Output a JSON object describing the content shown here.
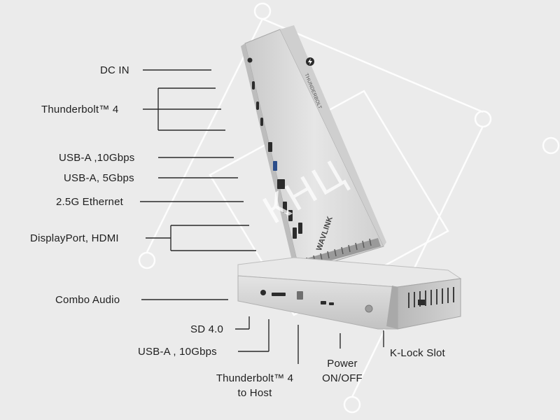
{
  "watermark": "КНЦ",
  "device": {
    "brand": "WAVLINK",
    "logo_text": "THUNDERBOLT"
  },
  "labels": {
    "dc_in": "DC IN",
    "thunderbolt4": "Thunderbolt™ 4",
    "usba_10": "USB-A ,10Gbps",
    "usba_5": "USB-A, 5Gbps",
    "ethernet": "2.5G Ethernet",
    "dp_hdmi": "DisplayPort, HDMI",
    "combo_audio": "Combo  Audio",
    "sd": "SD 4.0",
    "usba_front": "USB-A , 10Gbps",
    "tb_host": "Thunderbolt™ 4\nto Host",
    "power": "Power\nON/OFF",
    "klock": "K-Lock Slot"
  },
  "colors": {
    "background": "#ebebeb",
    "leader": "#2a2a2a",
    "device_body": "#d9d9d9",
    "watermark": "#ffffff"
  }
}
